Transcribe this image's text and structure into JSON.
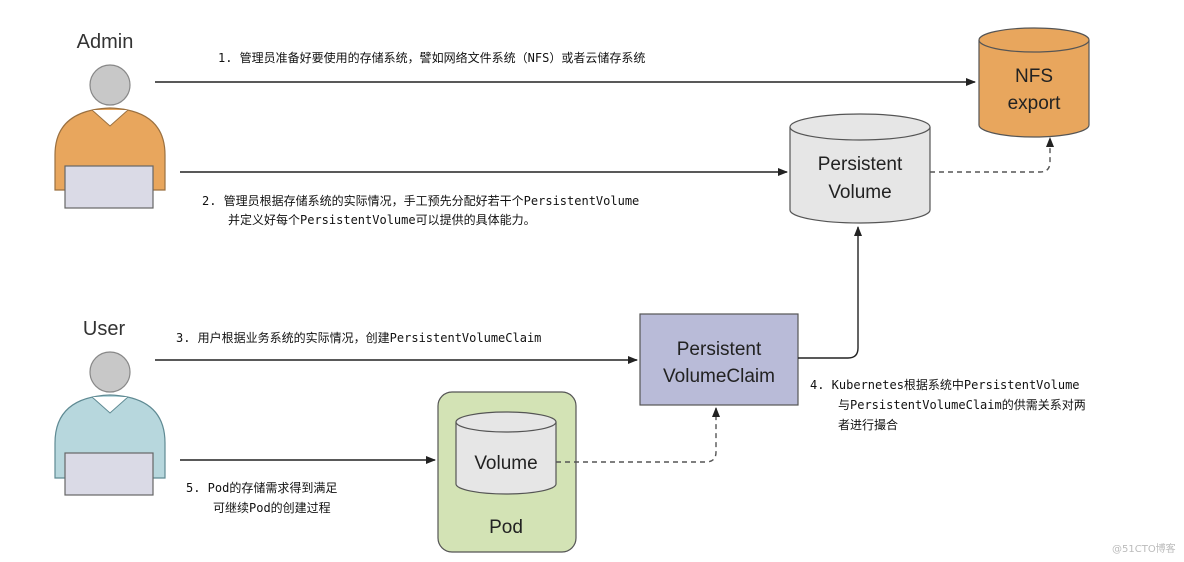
{
  "actors": {
    "admin": "Admin",
    "user": "User"
  },
  "nodes": {
    "nfs": [
      "NFS",
      "export"
    ],
    "persistent_volume": [
      "Persistent",
      "Volume"
    ],
    "persistent_volume_claim": [
      "Persistent",
      "VolumeClaim"
    ],
    "volume": "Volume",
    "pod": "Pod"
  },
  "steps": {
    "s1": "1.  管理员准备好要使用的存储系统，譬如网络文件系统（NFS）或者云储存系统",
    "s2_line1": "2.  管理员根据存储系统的实际情况，手工预先分配好若干个PersistentVolume",
    "s2_line2": "并定义好每个PersistentVolume可以提供的具体能力。",
    "s3": "3.  用户根据业务系统的实际情况，创建PersistentVolumeClaim",
    "s4_line1": "4.  Kubernetes根据系统中PersistentVolume",
    "s4_line2": "与PersistentVolumeClaim的供需关系对两",
    "s4_line3": "者进行撮合",
    "s5_line1": "5.  Pod的存储需求得到满足",
    "s5_line2": "可继续Pod的创建过程"
  },
  "watermark": "@51CTO博客",
  "colors": {
    "nfs_fill": "#E8A65D",
    "pv_fill": "#E6E6E6",
    "pvc_fill": "#B9BBD8",
    "pod_fill": "#D3E3B5",
    "admin_body": "#E8A65D",
    "user_body": "#B7D7DD"
  }
}
